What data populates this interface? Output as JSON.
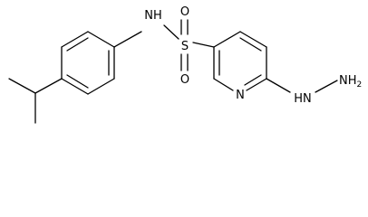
{
  "molecule": {
    "atoms": {
      "amide_nh": "NH",
      "sulfur": "S",
      "oxygen_top": "O",
      "oxygen_bottom": "O",
      "pyridine_n": "N",
      "hydrazine_nh": "HN",
      "hydrazine_nh2": "NH",
      "hydrazine_nh2_sub": "2"
    }
  }
}
